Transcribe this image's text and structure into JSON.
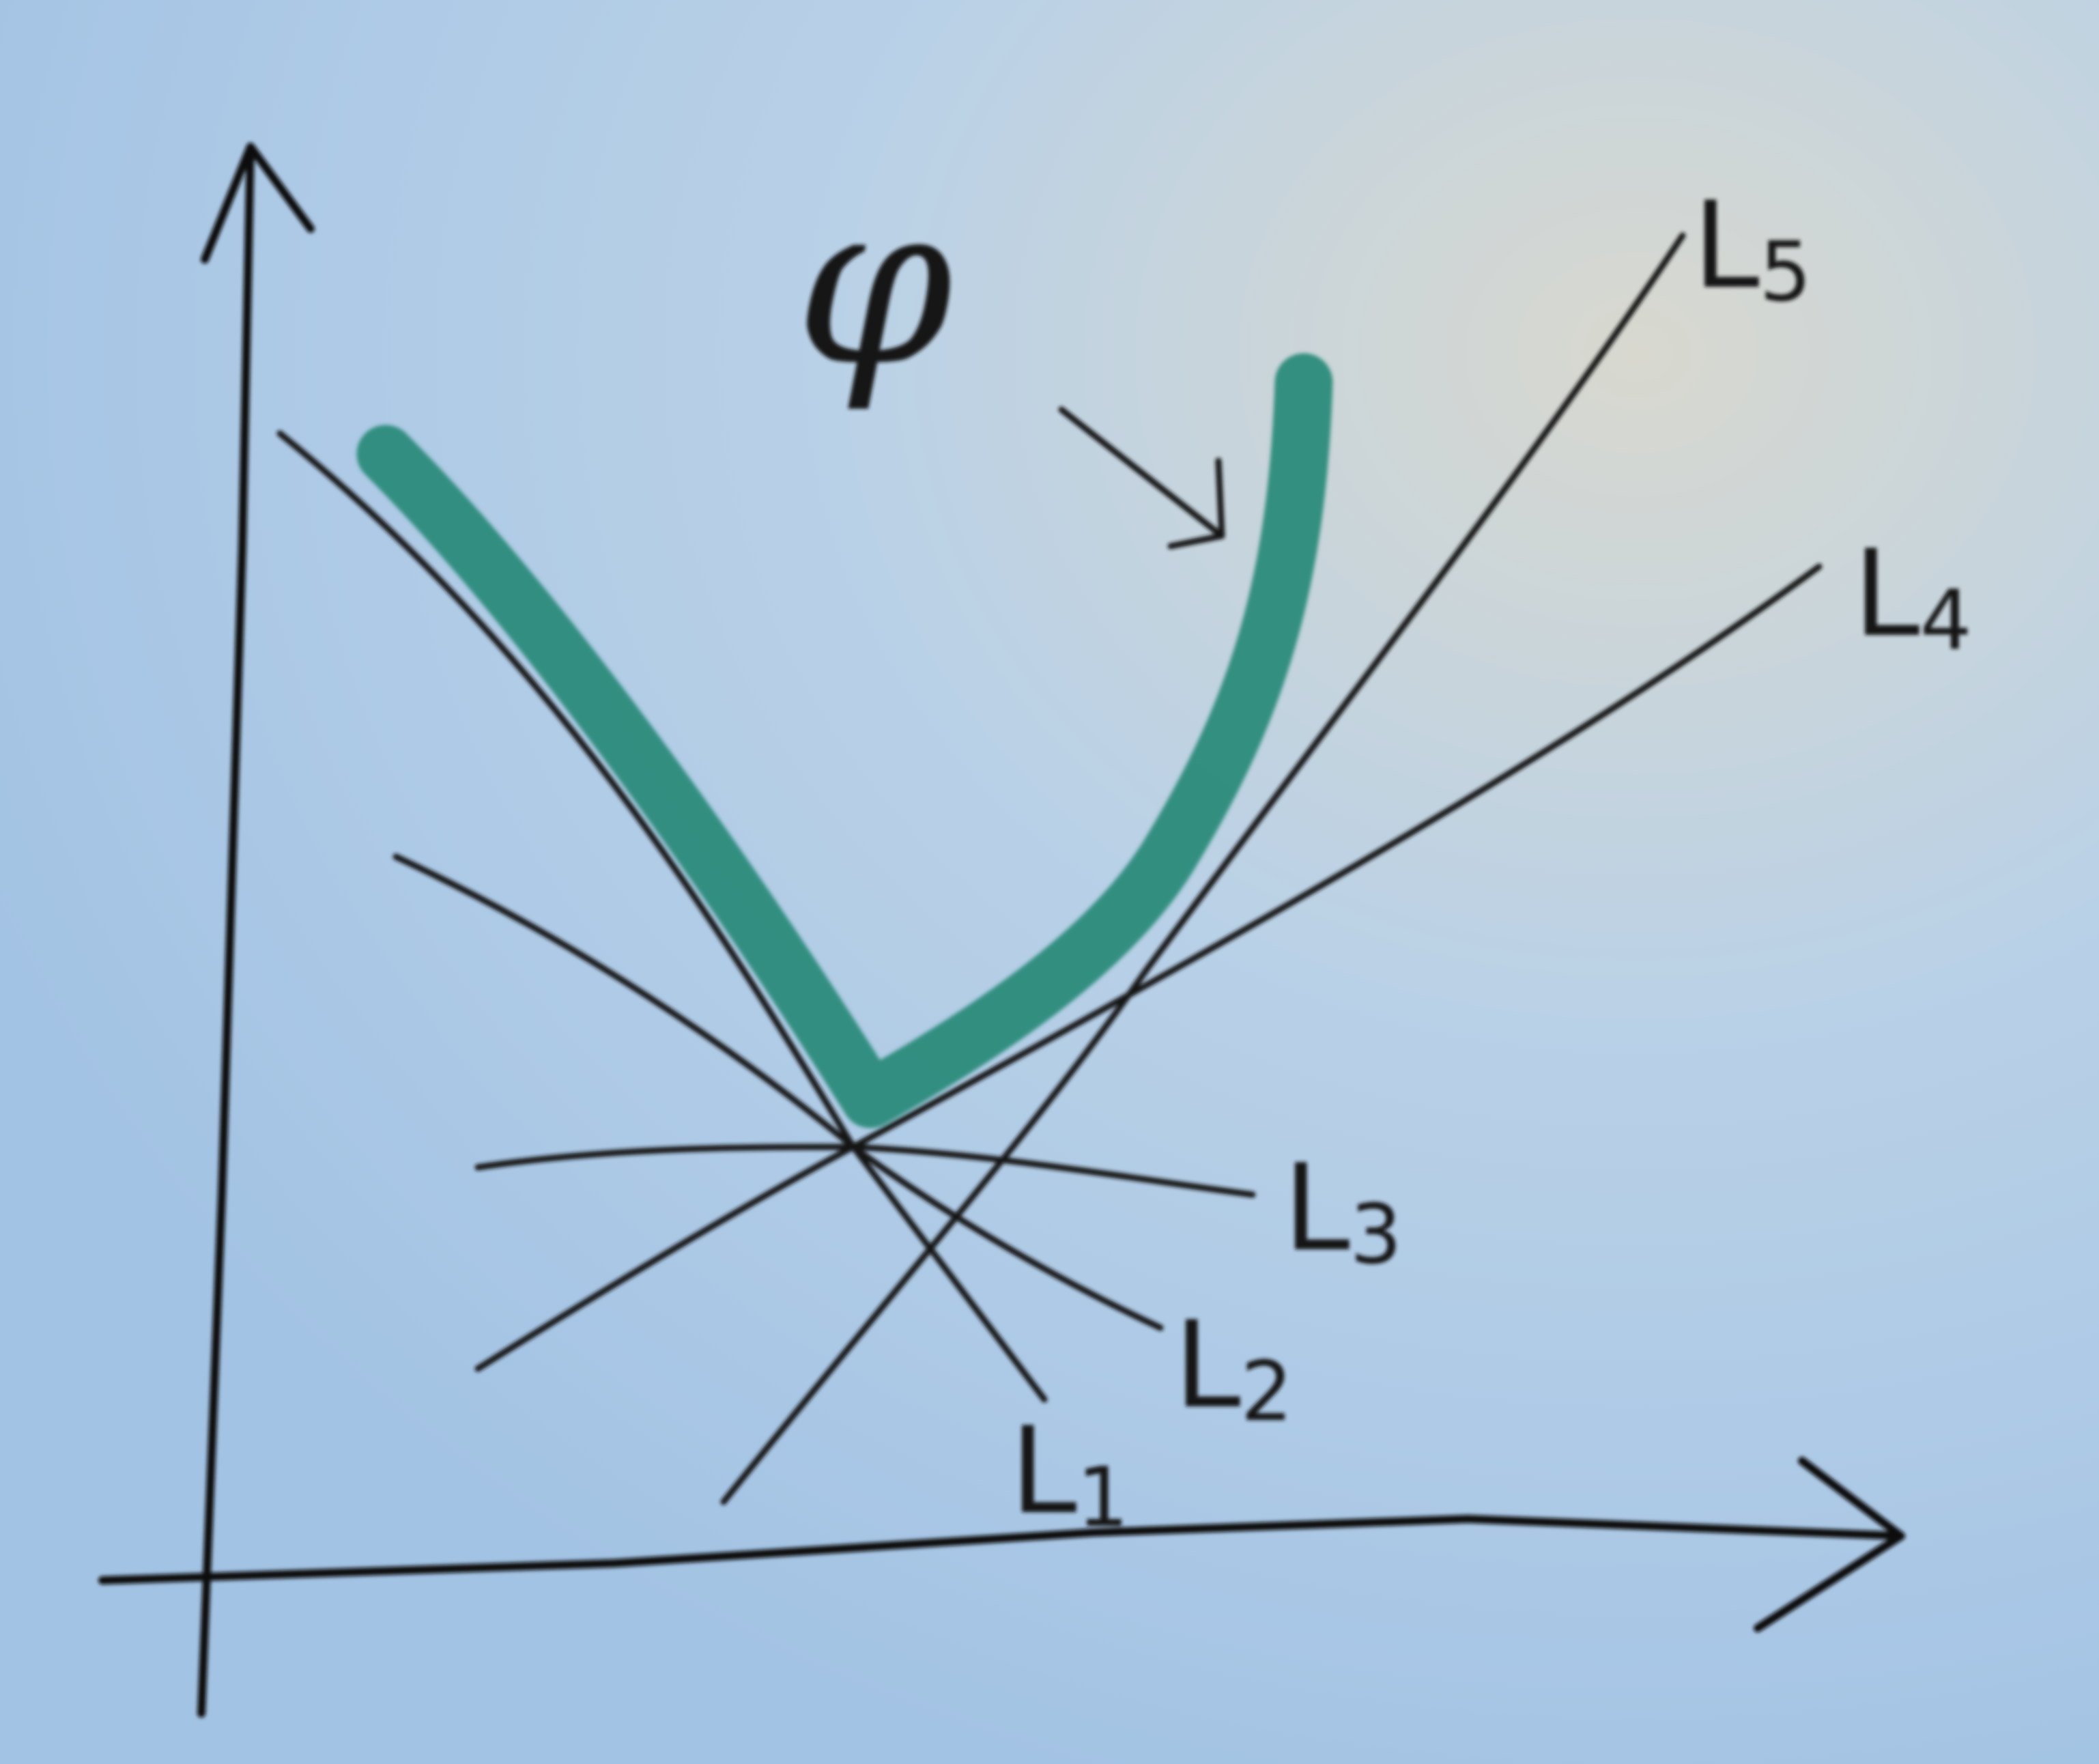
{
  "curve_label": "φ",
  "lines": [
    {
      "letter": "L",
      "index": "1"
    },
    {
      "letter": "L",
      "index": "2"
    },
    {
      "letter": "L",
      "index": "3"
    },
    {
      "letter": "L",
      "index": "4"
    },
    {
      "letter": "L",
      "index": "5"
    }
  ],
  "colors": {
    "paper": "#a9c8e6",
    "ink": "#141414",
    "curve": "#2a8a78"
  }
}
